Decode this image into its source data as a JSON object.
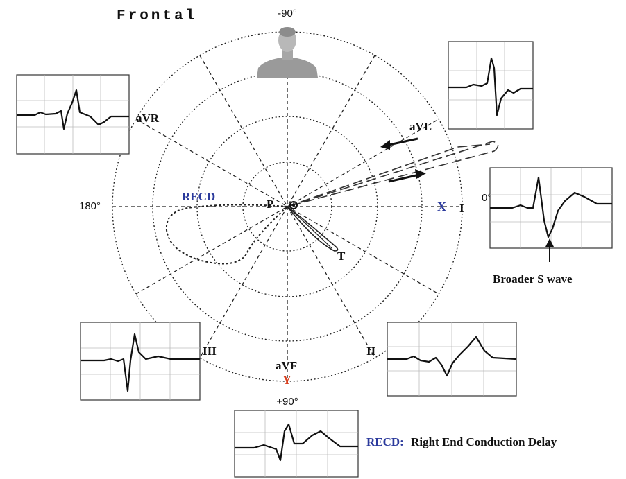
{
  "title": "Frontal",
  "angles": {
    "top": "-90°",
    "bottom": "+90°",
    "left": "180°",
    "right": "0°"
  },
  "leads": {
    "avr": "aVR",
    "avl": "aVL",
    "i": "I",
    "ii": "II",
    "iii": "III",
    "avf": "aVF"
  },
  "axes": {
    "x": "X",
    "y": "Y"
  },
  "loop_labels": {
    "recd": "RECD",
    "p": "P",
    "t": "T"
  },
  "annotations": {
    "broader_s_wave": "Broader S wave",
    "legend_abbr": "RECD:",
    "legend_text": "Right End Conduction Delay"
  },
  "colors": {
    "blue_label": "#2b3a9c",
    "red_label": "#d8401f",
    "ink": "#111111"
  }
}
